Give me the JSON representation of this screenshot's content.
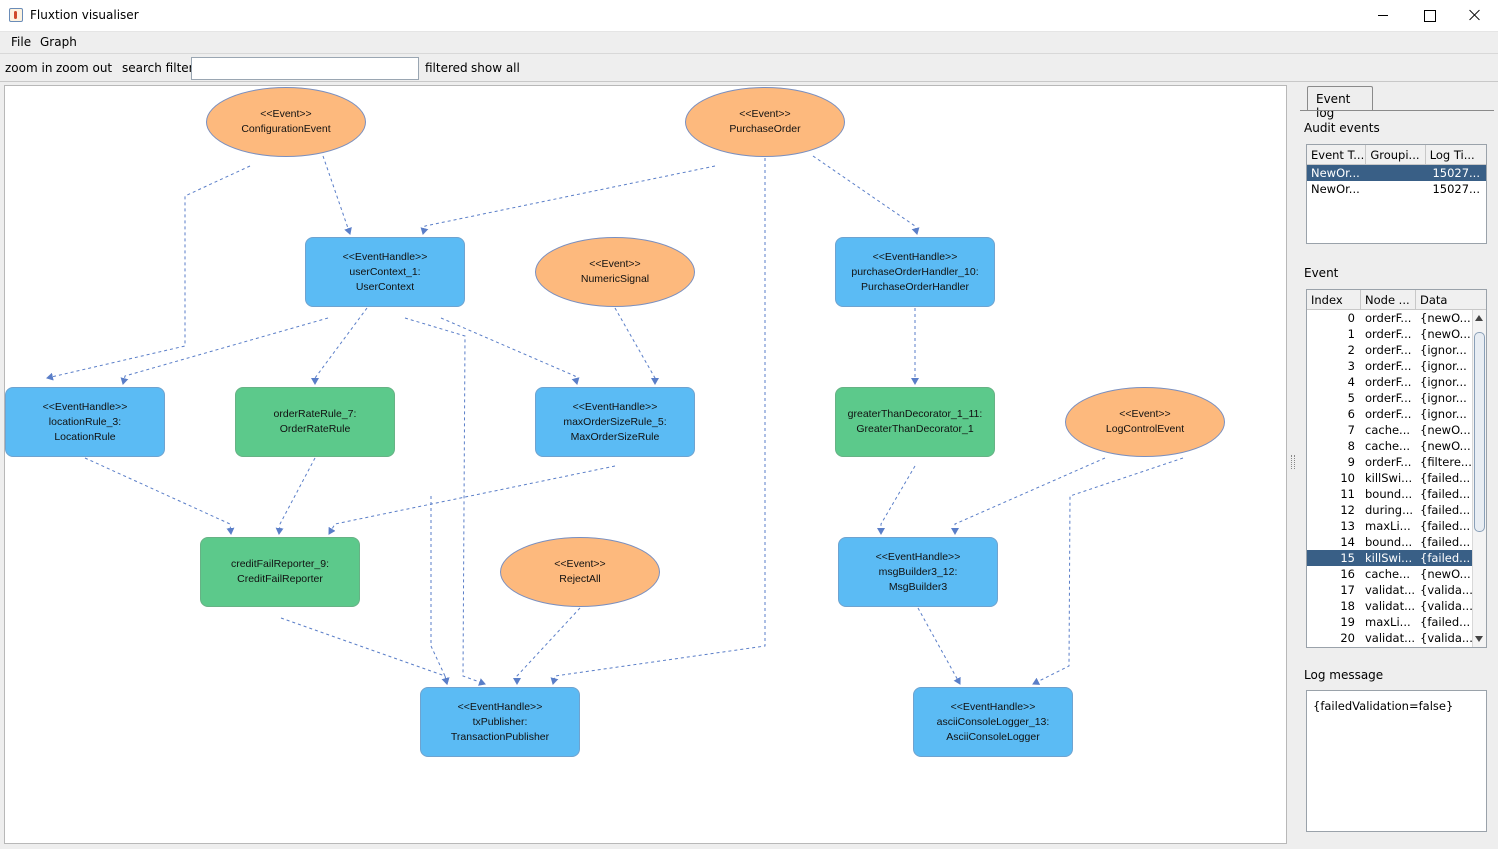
{
  "window": {
    "title": "Fluxtion visualiser"
  },
  "menu": {
    "items": [
      "File",
      "Graph"
    ]
  },
  "toolbar": {
    "zoom_in": "zoom in",
    "zoom_out": "zoom out",
    "search_label": "search filter:",
    "search_value": "",
    "filtered": "filtered",
    "show_all": "show all"
  },
  "colors": {
    "event_fill": "#fdb97d",
    "handler_fill": "#5bbbf4",
    "rule_fill": "#5cc98b",
    "edge": "#5a7ec8",
    "selection": "#395f86"
  },
  "graph": {
    "nodes": [
      {
        "id": "configurationEvent",
        "type": "event",
        "lines": [
          "<<Event>>",
          "ConfigurationEvent"
        ]
      },
      {
        "id": "purchaseOrder",
        "type": "event",
        "lines": [
          "<<Event>>",
          "PurchaseOrder"
        ]
      },
      {
        "id": "userContext",
        "type": "handler",
        "lines": [
          "<<EventHandle>>",
          "userContext_1:",
          "UserContext"
        ]
      },
      {
        "id": "numericSignal",
        "type": "event",
        "lines": [
          "<<Event>>",
          "NumericSignal"
        ]
      },
      {
        "id": "purchaseOrderHandler",
        "type": "handler",
        "lines": [
          "<<EventHandle>>",
          "purchaseOrderHandler_10:",
          "PurchaseOrderHandler"
        ]
      },
      {
        "id": "locationRule",
        "type": "handler",
        "lines": [
          "<<EventHandle>>",
          "locationRule_3:",
          "LocationRule"
        ]
      },
      {
        "id": "orderRateRule",
        "type": "rule",
        "lines": [
          "orderRateRule_7:",
          "OrderRateRule"
        ]
      },
      {
        "id": "maxOrderSizeRule",
        "type": "handler",
        "lines": [
          "<<EventHandle>>",
          "maxOrderSizeRule_5:",
          "MaxOrderSizeRule"
        ]
      },
      {
        "id": "greaterThanDecorator",
        "type": "rule",
        "lines": [
          "greaterThanDecorator_1_11:",
          "",
          "GreaterThanDecorator_1"
        ]
      },
      {
        "id": "logControlEvent",
        "type": "event",
        "lines": [
          "<<Event>>",
          "LogControlEvent"
        ]
      },
      {
        "id": "creditFailReporter",
        "type": "rule",
        "lines": [
          "creditFailReporter_9:",
          "CreditFailReporter"
        ]
      },
      {
        "id": "rejectAll",
        "type": "event",
        "lines": [
          "<<Event>>",
          "RejectAll"
        ]
      },
      {
        "id": "msgBuilder",
        "type": "handler",
        "lines": [
          "<<EventHandle>>",
          "msgBuilder3_12:",
          "MsgBuilder3"
        ]
      },
      {
        "id": "txPublisher",
        "type": "handler",
        "lines": [
          "<<EventHandle>>",
          "txPublisher:",
          "TransactionPublisher"
        ]
      },
      {
        "id": "asciiConsoleLogger",
        "type": "handler",
        "lines": [
          "<<EventHandle>>",
          "asciiConsoleLogger_13:",
          "AsciiConsoleLogger"
        ]
      }
    ]
  },
  "side_panel": {
    "tab": "Event log",
    "audit_label": "Audit events",
    "audit_headers": [
      "Event T...",
      "Groupi...",
      "Log Ti..."
    ],
    "audit_rows": [
      {
        "cells": [
          "NewOr...",
          "",
          "15027..."
        ],
        "selected": true
      },
      {
        "cells": [
          "NewOr...",
          "",
          "15027..."
        ],
        "selected": false
      }
    ],
    "event_label": "Event",
    "event_headers": [
      "Index",
      "Node ...",
      "Data"
    ],
    "event_rows": [
      {
        "cells": [
          "0",
          "orderF...",
          "{newO..."
        ],
        "selected": false
      },
      {
        "cells": [
          "1",
          "orderF...",
          "{newO..."
        ],
        "selected": false
      },
      {
        "cells": [
          "2",
          "orderF...",
          "{ignor..."
        ],
        "selected": false
      },
      {
        "cells": [
          "3",
          "orderF...",
          "{ignor..."
        ],
        "selected": false
      },
      {
        "cells": [
          "4",
          "orderF...",
          "{ignor..."
        ],
        "selected": false
      },
      {
        "cells": [
          "5",
          "orderF...",
          "{ignor..."
        ],
        "selected": false
      },
      {
        "cells": [
          "6",
          "orderF...",
          "{ignor..."
        ],
        "selected": false
      },
      {
        "cells": [
          "7",
          "cache...",
          "{newO..."
        ],
        "selected": false
      },
      {
        "cells": [
          "8",
          "cache...",
          "{newO..."
        ],
        "selected": false
      },
      {
        "cells": [
          "9",
          "orderF...",
          "{filtere..."
        ],
        "selected": false
      },
      {
        "cells": [
          "10",
          "killSwi...",
          "{failed..."
        ],
        "selected": false
      },
      {
        "cells": [
          "11",
          "bound...",
          "{failed..."
        ],
        "selected": false
      },
      {
        "cells": [
          "12",
          "during...",
          "{failed..."
        ],
        "selected": false
      },
      {
        "cells": [
          "13",
          "maxLi...",
          "{failed..."
        ],
        "selected": false
      },
      {
        "cells": [
          "14",
          "bound...",
          "{failed..."
        ],
        "selected": false
      },
      {
        "cells": [
          "15",
          "killSwi...",
          "{failed..."
        ],
        "selected": true
      },
      {
        "cells": [
          "16",
          "cache...",
          "{newO..."
        ],
        "selected": false
      },
      {
        "cells": [
          "17",
          "validat...",
          "{valida..."
        ],
        "selected": false
      },
      {
        "cells": [
          "18",
          "validat...",
          "{valida..."
        ],
        "selected": false
      },
      {
        "cells": [
          "19",
          "maxLi...",
          "{failed..."
        ],
        "selected": false
      },
      {
        "cells": [
          "20",
          "validat...",
          "{valida..."
        ],
        "selected": false
      }
    ],
    "log_label": "Log message",
    "log_message": "{failedValidation=false}"
  }
}
